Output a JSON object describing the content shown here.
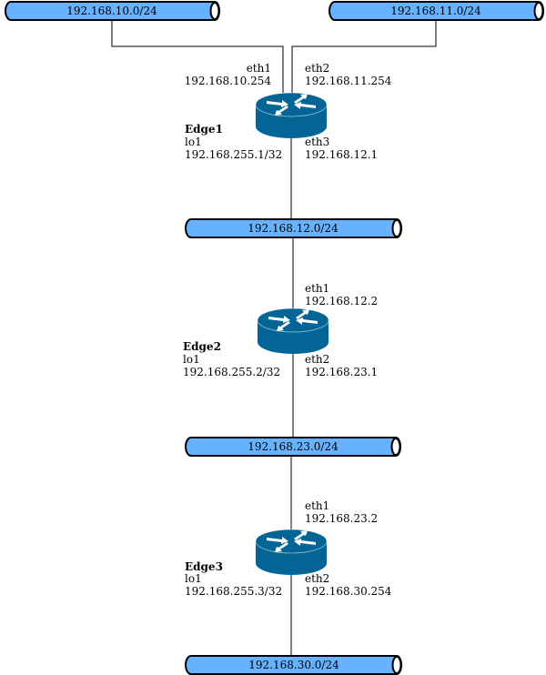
{
  "colors": {
    "network": "#66b2ff",
    "router": "#036595"
  },
  "networks": [
    "192.168.10.0/24",
    "192.168.11.0/24",
    "192.168.12.0/24",
    "192.168.23.0/24",
    "192.168.30.0/24"
  ],
  "routers": [
    {
      "name": "Edge1",
      "lo_label": "lo1",
      "lo_ip": "192.168.255.1/32",
      "ifaces": [
        {
          "name": "eth1",
          "ip": "192.168.10.254"
        },
        {
          "name": "eth2",
          "ip": "192.168.11.254"
        },
        {
          "name": "eth3",
          "ip": "192.168.12.1"
        }
      ]
    },
    {
      "name": "Edge2",
      "lo_label": "lo1",
      "lo_ip": "192.168.255.2/32",
      "ifaces": [
        {
          "name": "eth1",
          "ip": "192.168.12.2"
        },
        {
          "name": "eth2",
          "ip": "192.168.23.1"
        }
      ]
    },
    {
      "name": "Edge3",
      "lo_label": "lo1",
      "lo_ip": "192.168.255.3/32",
      "ifaces": [
        {
          "name": "eth1",
          "ip": "192.168.23.2"
        },
        {
          "name": "eth2",
          "ip": "192.168.30.254"
        }
      ]
    }
  ]
}
